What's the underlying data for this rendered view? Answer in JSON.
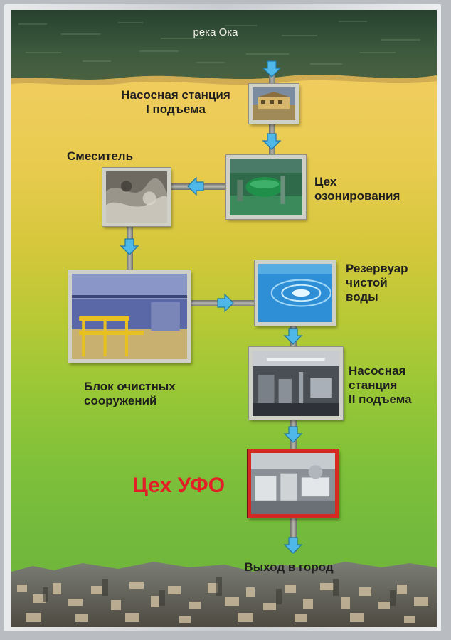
{
  "labels": {
    "river": "река Ока",
    "pump1_line1": "Насосная станция",
    "pump1_line2": "I подъема",
    "mixer": "Смеситель",
    "ozone_line1": "Цех",
    "ozone_line2": "озонирования",
    "tank_line1": "Резервуар",
    "tank_line2": "чистой",
    "tank_line3": "воды",
    "block_line1": "Блок очистных",
    "block_line2": "сооружений",
    "pump2_line1": "Насосная",
    "pump2_line2": "станция",
    "pump2_line3": "II подъема",
    "uv": "Цех УФО",
    "exit": "Выход в город"
  },
  "colors": {
    "arrow": "#4fb8e8",
    "pipe": "#8d8d86",
    "highlight": "#e21f26"
  },
  "icons": [
    "arrow-down-icon",
    "arrow-left-icon",
    "arrow-right-icon"
  ]
}
